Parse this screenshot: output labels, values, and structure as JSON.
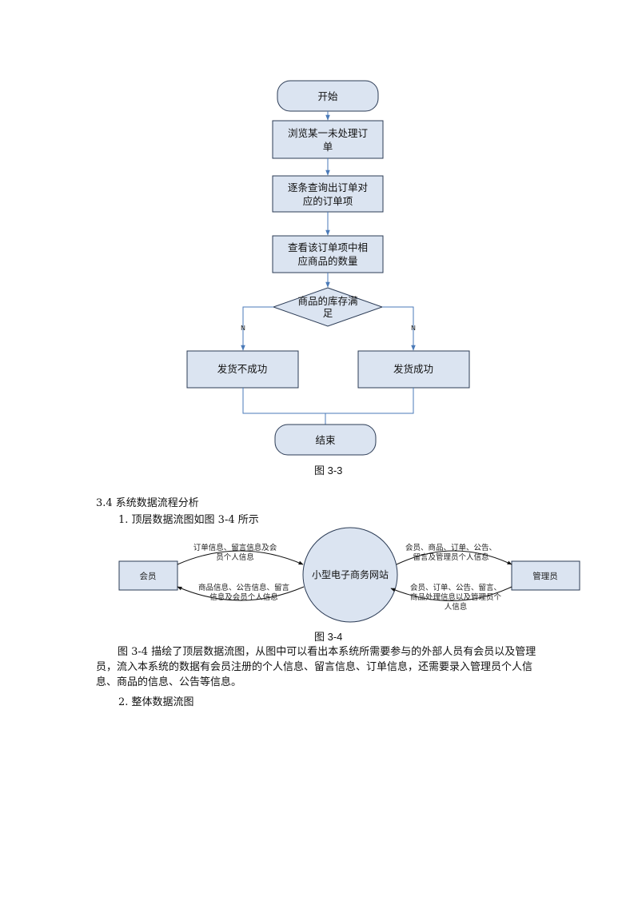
{
  "flowchart": {
    "start": "开始",
    "step1_line1": "浏览某一未处理订",
    "step1_line2": "单",
    "step2_line1": "逐条查询出订单对",
    "step2_line2": "应的订单项",
    "step3_line1": "查看该订单项中相",
    "step3_line2": "应商品的数量",
    "decision_line1": "商品的库存满",
    "decision_line2": "足",
    "branch_left_label": "N",
    "branch_right_label": "N",
    "fail": "发货不成功",
    "success": "发货成功",
    "end": "结束"
  },
  "figure_3_3_caption": "图 3-3",
  "section_heading": "3.4  系统数据流程分析",
  "item1": "1.  顶层数据流图如图 3-4 所示",
  "dfd": {
    "center": "小型电子商务网站",
    "member": "会员",
    "admin": "管理员",
    "flow_member_to_site_l1": "订单信息、留言信息及会",
    "flow_member_to_site_l2": "员个人信息",
    "flow_site_to_member_l1": "商品信息、公告信息、留言",
    "flow_site_to_member_l2": "信息及会员个人信息",
    "flow_site_to_admin_l1": "会员、商品、订单、公告、",
    "flow_site_to_admin_l2": "留言及管理员个人信息",
    "flow_admin_to_site_l1": "会员、订单、公告、留言、",
    "flow_admin_to_site_l2": "商品处理信息以及管理员个",
    "flow_admin_to_site_l3": "人信息"
  },
  "figure_3_4_caption": "图 3-4",
  "paragraph": "图 3-4 描绘了顶层数据流图，从图中可以看出本系统所需要参与的外部人员有会员以及管理员，流入本系统的数据有会员注册的个人信息、留言信息、订单信息，还需要录入管理员个人信息、商品的信息、公告等信息。",
  "item2": "2.  整体数据流图",
  "colors": {
    "box_fill": "#dbe4f1",
    "box_stroke": "#2b3b55",
    "arrow": "#4a7ab8",
    "circle_fill": "#dbe4f1"
  }
}
